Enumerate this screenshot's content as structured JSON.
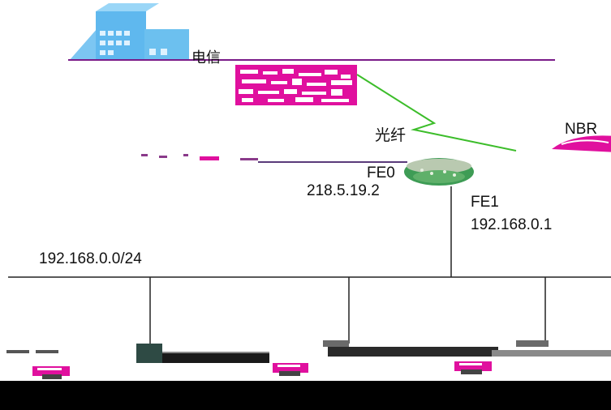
{
  "labels": {
    "telecom": "电信",
    "fiber": "光纤",
    "nbr": "NBR",
    "fe0": "FE0",
    "wan_ip": "218.5.19.2",
    "fe1": "FE1",
    "lan_ip": "192.168.0.1",
    "subnet": "192.168.0.0/24"
  },
  "colors": {
    "building": "#5fb8ee",
    "building_window": "#dff2ff",
    "magenta": "#e0109e",
    "fiber_link": "#3cbd2a",
    "router_body": "#3e9c55",
    "line": "#222222",
    "band": "#000000",
    "device_dark": "#2e4a44",
    "device_gray": "#8a8a8a"
  },
  "icons": [
    "building-icon",
    "isp-cloud-icon",
    "router-icon",
    "nbr-router-icon",
    "switch-icon",
    "pc-icon"
  ]
}
